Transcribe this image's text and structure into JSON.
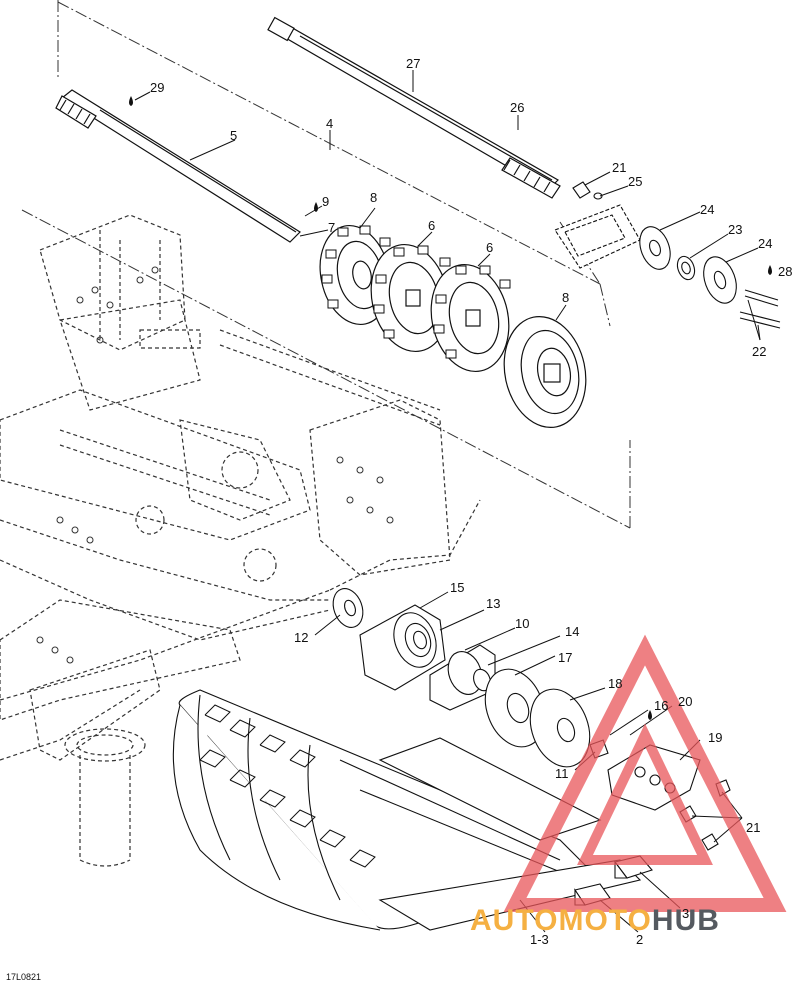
{
  "diagram": {
    "figure_code": "17L0821",
    "callouts": [
      "29",
      "5",
      "4",
      "27",
      "26",
      "21",
      "25",
      "24",
      "23",
      "24",
      "28",
      "22",
      "9",
      "7",
      "8",
      "6",
      "6",
      "8",
      "15",
      "13",
      "10",
      "14",
      "17",
      "12",
      "18",
      "16",
      "20",
      "19",
      "11",
      "21",
      "3",
      "2",
      "1-3"
    ],
    "watermark": {
      "part1": "AUTO",
      "part2": "MOTO",
      "part3": "HUB"
    },
    "colors": {
      "line": "#111111",
      "dashed": "#333333",
      "watermark_red": "#e8565a",
      "watermark_orange": "#f5b042",
      "watermark_gray": "#555a60"
    }
  }
}
